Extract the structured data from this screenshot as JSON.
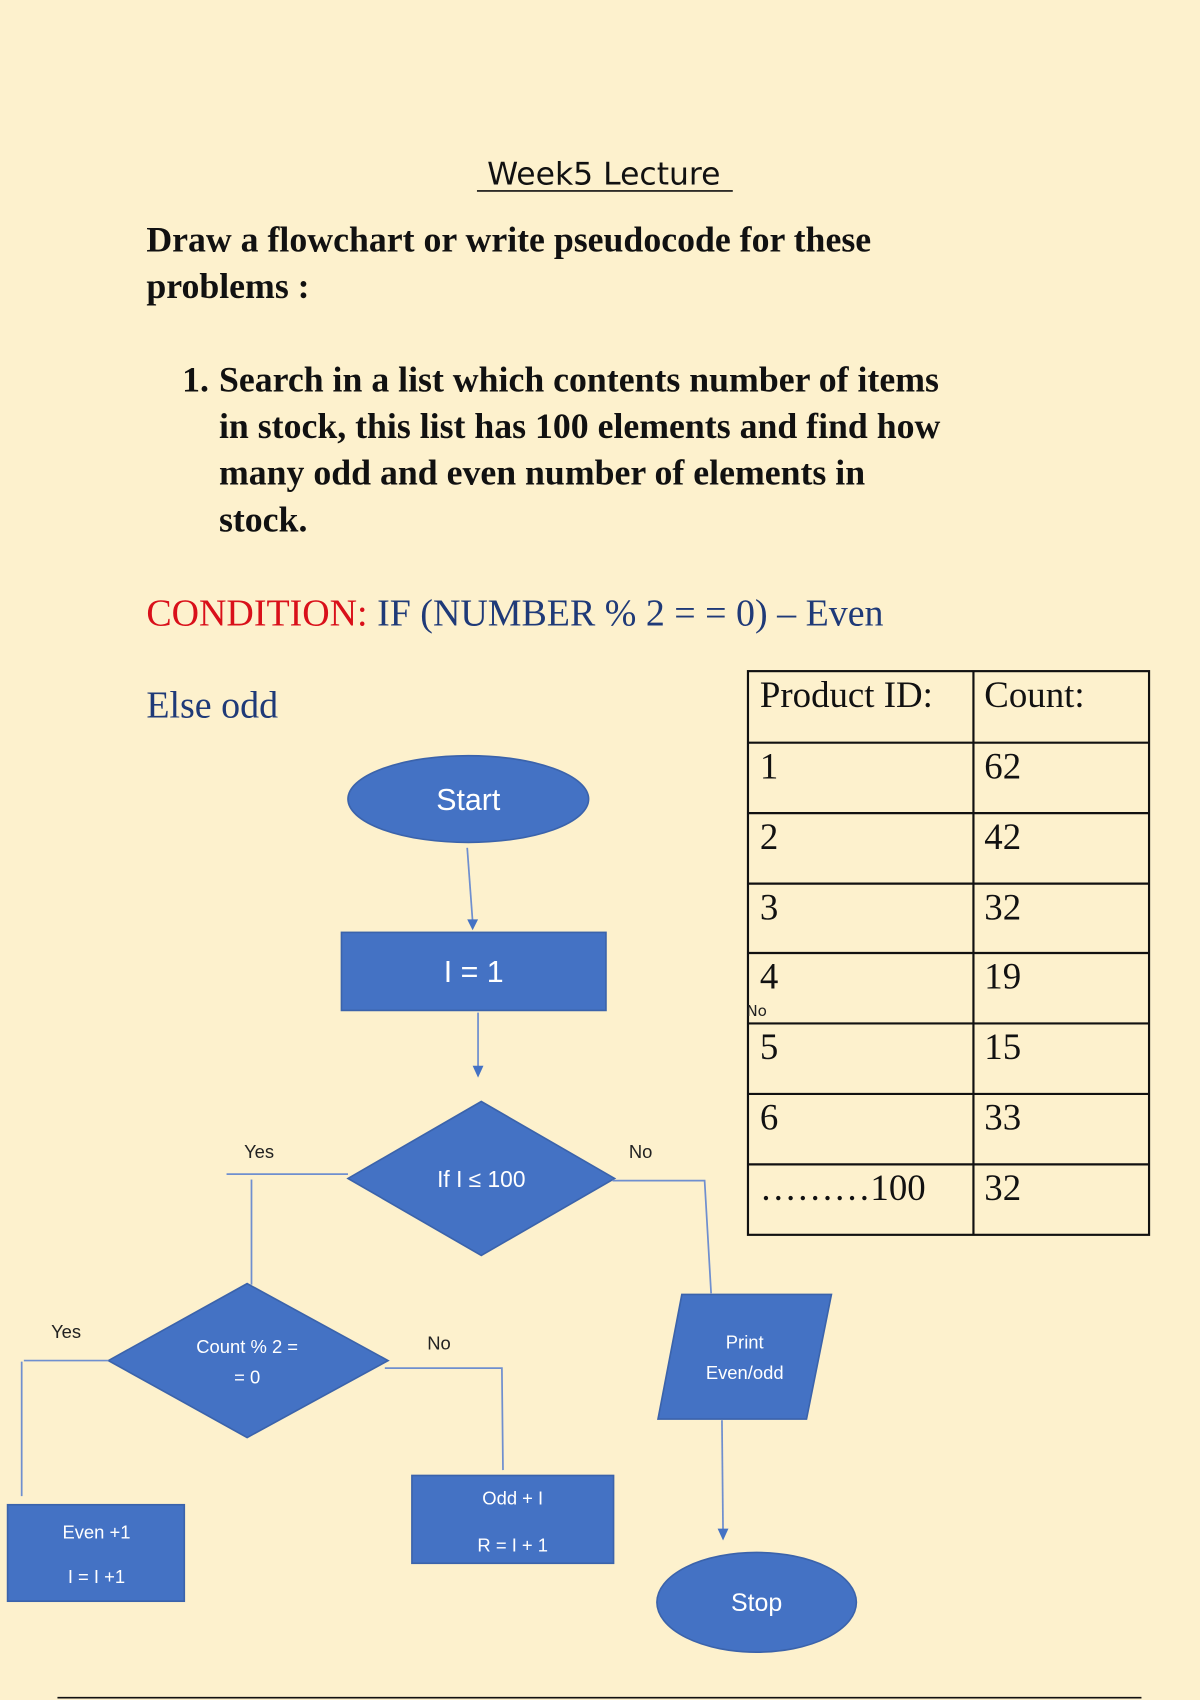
{
  "document": {
    "title": "Week5 Lecture",
    "instruction_lines": [
      "Draw a flowchart or write pseudocode for these",
      "problems :"
    ],
    "problem_number": "1.",
    "problem_lines": [
      "Search in a list which contents number of items",
      "in stock, this list has 100 elements and find how",
      "many odd and even number of elements in",
      "stock."
    ],
    "condition_label": "CONDITION:",
    "condition_text": " IF (NUMBER % 2 = =  0) – Even",
    "else_text": "Else odd"
  },
  "table": {
    "headers": [
      "Product ID:",
      "Count:"
    ],
    "rows": [
      [
        "1",
        "62"
      ],
      [
        "2",
        "42"
      ],
      [
        "3",
        "32"
      ],
      [
        "4",
        "19"
      ],
      [
        "5",
        "15"
      ],
      [
        "6",
        "33"
      ],
      [
        "………100",
        "32"
      ]
    ],
    "stray_label": "No"
  },
  "flowchart": {
    "start": "Start",
    "init": "I = 1",
    "loop_condition": "If I ≤ 100",
    "loop_yes": "Yes",
    "loop_no": "No",
    "parity_condition": [
      "Count % 2 =",
      "= 0"
    ],
    "parity_yes": "Yes",
    "parity_no": "No",
    "even_box": [
      "Even +1",
      "I = I +1"
    ],
    "odd_box": [
      "Odd + I",
      "R = I + 1"
    ],
    "print_box": [
      "Print",
      "Even/odd"
    ],
    "stop": "Stop"
  },
  "colors": {
    "background": "#fdf1cd",
    "shape_fill": "#4472c4",
    "condition_red": "#d9101a",
    "text_blue": "#1f3a78"
  }
}
